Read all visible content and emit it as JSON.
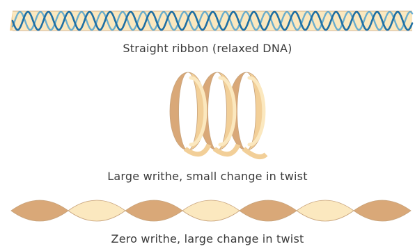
{
  "captions": {
    "straight": "Straight ribbon (relaxed DNA)",
    "writhe": "Large writhe, small change in twist",
    "twist": "Zero writhe, large change in twist"
  },
  "colors": {
    "ribbon_light": "#fbe8bf",
    "ribbon_mid": "#f2cf98",
    "ribbon_dark": "#d9a878",
    "edge": "#c7a27a",
    "helix_blue": "#3a9ad0",
    "helix_blue_dark": "#1f6fa3",
    "text": "#3a3a3a"
  }
}
